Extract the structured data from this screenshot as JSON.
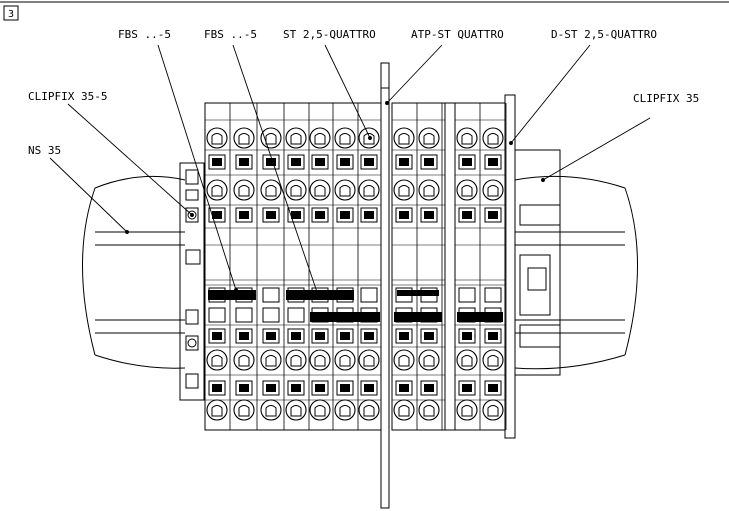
{
  "figure_number": "3",
  "colors": {
    "ink": "#000000",
    "paper": "#ffffff"
  },
  "callouts": {
    "fbs_5_a": "FBS ..-5",
    "fbs_5_b": "FBS ..-5",
    "st_quattro": "ST 2,5-QUATTRO",
    "atp_st_quattro": "ATP-ST QUATTRO",
    "d_st_quattro": "D-ST 2,5-QUATTRO",
    "clipfix_35_5": "CLIPFIX 35-5",
    "ns_35": "NS 35",
    "clipfix_35": "CLIPFIX 35"
  }
}
